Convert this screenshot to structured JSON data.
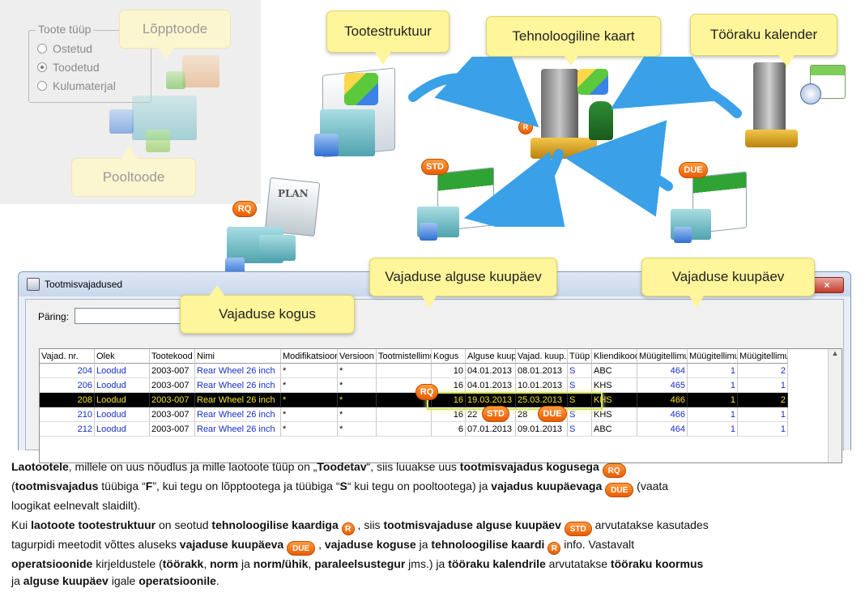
{
  "top_left": {
    "group_title": "Toote tüüp",
    "options": [
      "Ostetud",
      "Toodetud",
      "Kulumaterjal"
    ],
    "selected_option": "Toodetud",
    "callout_final": "Lõpptoode",
    "callout_semi": "Pooltoode"
  },
  "callouts": {
    "structure": "Tootestruktuur",
    "tech_card": "Tehnoloogiline kaart",
    "calendar": "Tööraku  kalender",
    "start_date": "Vajaduse alguse kuupäev",
    "due_date": "Vajaduse kuupäev",
    "quantity": "Vajaduse kogus"
  },
  "badges": {
    "rq": "RQ",
    "std": "STD",
    "due": "DUE",
    "r": "R",
    "plan": "PLAN"
  },
  "window": {
    "title": "Tootmisvajadused",
    "query_label": "Päring:",
    "close": "×",
    "columns": [
      "Vajad. nr.",
      "Olek",
      "Tootekood",
      "Nimi",
      "Modifikatsioon",
      "Versioon",
      "Tootmistellimus",
      "Kogus",
      "Alguse kuup.",
      "Vajad. kuup.",
      "Tüüp",
      "Kliendikood",
      "Müügitellimus",
      "Müügitellimus",
      "Müügitellimus"
    ],
    "rows": [
      [
        "204",
        "Loodud",
        "2003-007",
        "Rear Wheel 26 inch",
        "*",
        "*",
        "",
        "10",
        "04.01.2013",
        "08.01.2013",
        "S",
        "ABC",
        "464",
        "1",
        "2"
      ],
      [
        "206",
        "Loodud",
        "2003-007",
        "Rear Wheel 26 inch",
        "*",
        "*",
        "",
        "16",
        "04.01.2013",
        "10.01.2013",
        "S",
        "KHS",
        "465",
        "1",
        "1"
      ],
      [
        "208",
        "Loodud",
        "2003-007",
        "Rear Wheel 26 inch",
        "*",
        "*",
        "",
        "16",
        "19.03.2013",
        "25.03.2013",
        "S",
        "KHS",
        "466",
        "1",
        "2"
      ],
      [
        "210",
        "Loodud",
        "2003-007",
        "Rear Wheel 26 inch",
        "*",
        "*",
        "",
        "16",
        "22",
        "28",
        "S",
        "KHS",
        "466",
        "1",
        "1"
      ],
      [
        "212",
        "Loodud",
        "2003-007",
        "Rear Wheel 26 inch",
        "*",
        "*",
        "",
        "6",
        "07.01.2013",
        "09.01.2013",
        "S",
        "ABC",
        "464",
        "1",
        "1"
      ]
    ]
  },
  "text": {
    "p1a": "Laotootele",
    "p1b": ", millele on uus nõudlus ja mille laotoote  tüüp on „",
    "p1c": "Toodetav",
    "p1d": "“, siis luuakse uus ",
    "p1e": "tootmisvajadus kogusega",
    "p1f": "(",
    "p1g": "tootmisvajadus",
    "p1h": " tüübiga “",
    "p1i": "F",
    "p1j": "”, kui tegu on lõpptootega ja tüübiga “",
    "p1k": "S",
    "p1l": "“ kui tegu on pooltootega) ja ",
    "p1m": "vajadus kuupäevaga",
    "p1n": " (vaata",
    "p1o": "loogikat eelnevalt slaidilt).",
    "p2a": "Kui ",
    "p2b": "laotoote tootestruktuur",
    "p2c": " on seotud ",
    "p2d": "tehnoloogilise kaardiga",
    "p2e": " , siis ",
    "p2f": "tootmisvajaduse alguse kuupäev",
    "p2g": " arvutatakse kasutades",
    "p2h": "tagurpidi meetodit võttes aluseks ",
    "p2i": "vajaduse kuupäeva",
    "p2j": " , ",
    "p2k": "vajaduse koguse",
    "p2l": " ja ",
    "p2m": "tehnoloogilise kaardi",
    "p2n": " info. Vastavalt",
    "p2o": "operatsioonide",
    "p2p": " kirjeldustele  (",
    "p2q": "töörakk",
    "p2r": ", ",
    "p2s": "norm",
    "p2t": " ja ",
    "p2u": "norm/ühik",
    "p2v": ", ",
    "p2w": "paraleelsustegur",
    "p2x": " jms.)  ja ",
    "p2y": "tööraku kalendrile",
    "p2z": " arvutatakse ",
    "p2aa": "tööraku koormus",
    "p2ab": "ja ",
    "p2ac": "alguse kuupäev",
    "p2ad": " igale ",
    "p2ae": "operatsioonile",
    "p2af": "."
  },
  "colors": {
    "callout": "#fff59a",
    "badge": "#e85d04",
    "arrow": "#3aa0e8",
    "link": "#1730c9",
    "selected_row": "#000000",
    "selected_text": "#f3e42b"
  }
}
